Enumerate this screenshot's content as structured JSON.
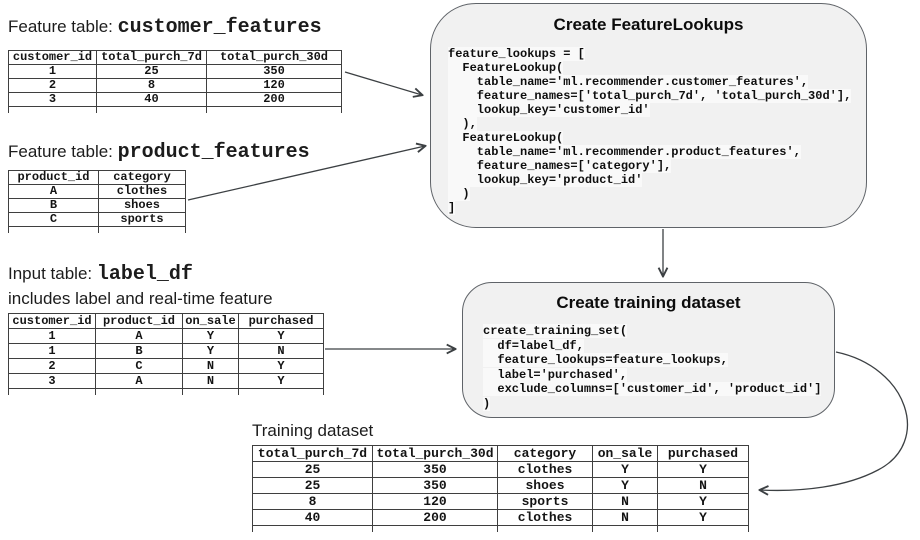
{
  "colors": {
    "box_background": "#f1f1f1",
    "box_border": "#5f6368",
    "arrow": "#3c4043",
    "table_border": "#3f3f3f"
  },
  "tables": {
    "customer": {
      "title_prefix": "Feature table: ",
      "title_code": "customer_features",
      "headers": [
        "customer_id",
        "total_purch_7d",
        "total_purch_30d"
      ],
      "rows": [
        [
          "1",
          "25",
          "350"
        ],
        [
          "2",
          "8",
          "120"
        ],
        [
          "3",
          "40",
          "200"
        ]
      ]
    },
    "product": {
      "title_prefix": "Feature table: ",
      "title_code": "product_features",
      "headers": [
        "product_id",
        "category"
      ],
      "rows": [
        [
          "A",
          "clothes"
        ],
        [
          "B",
          "shoes"
        ],
        [
          "C",
          "sports"
        ]
      ]
    },
    "label": {
      "title_prefix": "Input table: ",
      "title_code": "label_df",
      "subtitle": "includes label and real-time feature",
      "headers": [
        "customer_id",
        "product_id",
        "on_sale",
        "purchased"
      ],
      "rows": [
        [
          "1",
          "A",
          "Y",
          "Y"
        ],
        [
          "1",
          "B",
          "Y",
          "N"
        ],
        [
          "2",
          "C",
          "N",
          "Y"
        ],
        [
          "3",
          "A",
          "N",
          "Y"
        ]
      ]
    },
    "training": {
      "title": "Training dataset",
      "headers": [
        "total_purch_7d",
        "total_purch_30d",
        "category",
        "on_sale",
        "purchased"
      ],
      "rows": [
        [
          "25",
          "350",
          "clothes",
          "Y",
          "Y"
        ],
        [
          "25",
          "350",
          "shoes",
          "Y",
          "N"
        ],
        [
          "8",
          "120",
          "sports",
          "N",
          "Y"
        ],
        [
          "40",
          "200",
          "clothes",
          "N",
          "Y"
        ]
      ]
    }
  },
  "boxes": {
    "feature_lookups": {
      "title": "Create FeatureLookups",
      "code": "feature_lookups = [\n  FeatureLookup(\n    table_name='ml.recommender.customer_features',\n    feature_names=['total_purch_7d', 'total_purch_30d'],\n    lookup_key='customer_id'\n  ),\n  FeatureLookup(\n    table_name='ml.recommender.product_features',\n    feature_names=['category'],\n    lookup_key='product_id'\n  )\n]"
    },
    "training_dataset": {
      "title": "Create training dataset",
      "code": "create_training_set(\n  df=label_df,\n  feature_lookups=feature_lookups,\n  label='purchased',\n  exclude_columns=['customer_id', 'product_id']\n)"
    }
  }
}
